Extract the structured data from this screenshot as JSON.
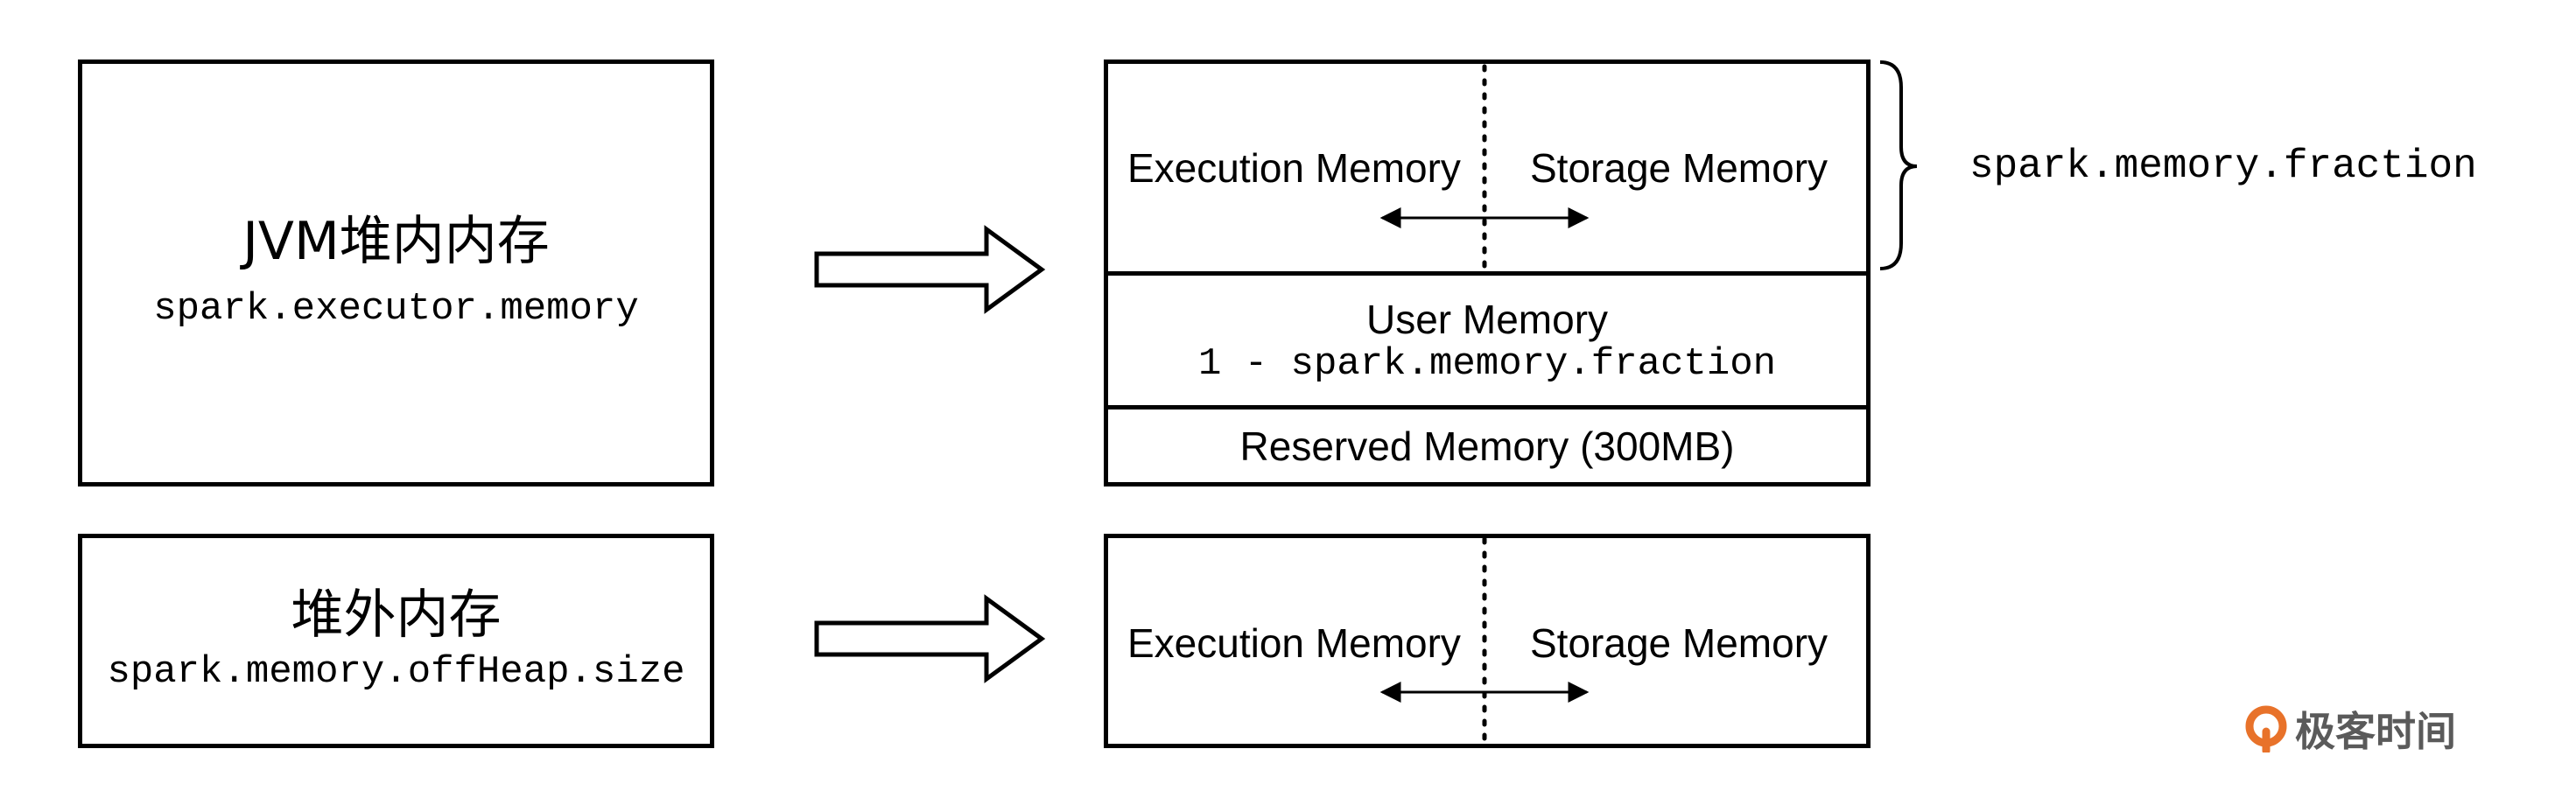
{
  "onheap_source": {
    "title": "JVM堆内内存",
    "config": "spark.executor.memory"
  },
  "offheap_source": {
    "title": "堆外内存",
    "config": "spark.memory.offHeap.size"
  },
  "onheap_layout": {
    "execution_label": "Execution Memory",
    "storage_label": "Storage Memory",
    "fraction_config": "spark.memory.fraction",
    "user_memory_label": "User Memory",
    "user_memory_formula": "1 - spark.memory.fraction",
    "reserved_memory_label": "Reserved Memory (300MB)"
  },
  "offheap_layout": {
    "execution_label": "Execution Memory",
    "storage_label": "Storage Memory"
  },
  "watermark": {
    "text": "极客时间"
  }
}
